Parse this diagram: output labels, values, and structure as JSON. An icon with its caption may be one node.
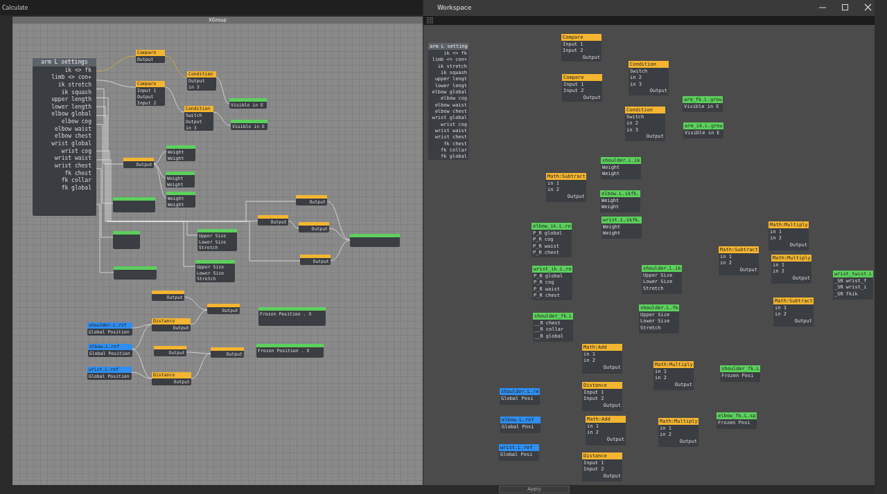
{
  "diagram": {
    "nodes": [
      {
        "text": [
          "XGroup"
        ]
      },
      {
        "text": [
          "arm L settings",
          "ik <> fk",
          "limb <> con+",
          "ik stretch",
          "ik squash",
          "upper length",
          "lower length",
          "elbow global",
          "elbow cog",
          "elbow waist",
          "elbow chest",
          "wrist global",
          "wrist cog",
          "wrist waist",
          "wrist chest",
          "fk chest",
          "fk collar",
          "fk global"
        ],
        "in": 0
      },
      {
        "text": [
          "Compare",
          "Output"
        ],
        "in": 0
      },
      {
        "text": [
          "Compare",
          "Input 1",
          "Output",
          "Input 2"
        ],
        "in": 0
      },
      {
        "text": [
          "Condition",
          "Output",
          "in 3"
        ],
        "in": 0
      },
      {
        "text": [
          "Condition",
          "Switch",
          "Output",
          "in 3"
        ],
        "in": 0
      },
      {
        "text": [
          "Visible in E"
        ],
        "in": 0
      },
      {
        "text": [
          "Visible in E"
        ],
        "in": 0
      },
      {
        "text": [
          "Output"
        ],
        "in": 0
      },
      {
        "text": [
          "Weight",
          "Weight"
        ],
        "in": 0
      },
      {
        "text": [
          "Weight",
          "Weight"
        ],
        "in": 0
      },
      {
        "text": [
          "Weight",
          "Weight"
        ],
        "in": 0
      },
      {
        "text": [],
        "shape": "box",
        "in": 0
      },
      {
        "text": [],
        "shape": "box",
        "in": 0
      },
      {
        "text": [],
        "shape": "box",
        "in": 0
      },
      {
        "text": [
          "Upper Size",
          "Lower Size",
          "Stretch"
        ],
        "in": 0
      },
      {
        "text": [
          "Upper Size",
          "Lower Size",
          "Stretch"
        ],
        "in": 0
      },
      {
        "text": [
          "Output"
        ],
        "in": 0
      },
      {
        "text": [
          "Output"
        ],
        "in": 0
      },
      {
        "text": [
          "Output"
        ],
        "in": 0
      },
      {
        "text": [
          "Output"
        ],
        "in": 0
      },
      {
        "text": [],
        "shape": "box",
        "in": 0
      },
      {
        "text": [
          "Output"
        ],
        "in": 0
      },
      {
        "text": [
          "shoulder.L.ref",
          "Global Position"
        ],
        "in": 0
      },
      {
        "text": [
          "Distance",
          "Output"
        ],
        "in": 0
      },
      {
        "text": [
          "Output"
        ],
        "in": 0
      },
      {
        "text": [
          "Frozen Position . X"
        ],
        "in": 0
      },
      {
        "text": [
          "elbow.L.ref",
          "Global Position"
        ],
        "in": 0
      },
      {
        "text": [
          "Output"
        ],
        "in": 0
      },
      {
        "text": [
          "Output"
        ],
        "in": 0
      },
      {
        "text": [
          "Frozen Position . X"
        ],
        "in": 0
      },
      {
        "text": [
          "wrist.L.ref",
          "Global Position"
        ],
        "in": 0
      },
      {
        "text": [
          "Distance",
          "Output"
        ],
        "in": 0
      },
      {
        "text": [
          "arm L setting",
          "ik <> fk",
          "limb <> con+",
          "ik stretch",
          "ik squash",
          "upper lengt",
          "lower lengt",
          "elbow global",
          "elbow cog",
          "elbow waist",
          "elbow chest",
          "wrist global",
          "wrist cog",
          "wrist waist",
          "wrist chest",
          "fk chest",
          "fk collar",
          "fk global"
        ]
      },
      {
        "text": [
          "Compare",
          "Input 1",
          "Input 2",
          "Output"
        ]
      },
      {
        "text": [
          "Compare",
          "Input 1",
          "Input 2",
          "Output"
        ]
      },
      {
        "text": [
          "Condition",
          "Switch",
          "in 2",
          "in 3",
          "Output"
        ]
      },
      {
        "text": [
          "Condition",
          "Switch",
          "in 2",
          "in 3",
          "Output"
        ]
      },
      {
        "text": [
          "arm_fk.L.grou",
          "Visible in E"
        ]
      },
      {
        "text": [
          "arm_ik.L.grou",
          "Visible in E"
        ]
      },
      {
        "text": [
          "shoulder.L.ik",
          "Weight",
          "Weight"
        ]
      },
      {
        "text": [
          "Math:Subtract",
          "in 1",
          "in 2",
          "Output"
        ]
      },
      {
        "text": [
          "elbow.L.ikfk.",
          "Weight",
          "Weight"
        ]
      },
      {
        "text": [
          "wrist.L.ikfk.",
          "Weight",
          "Weight"
        ]
      },
      {
        "text": [
          "elbow_ik.L.ro",
          "P_R global",
          "P_R cog",
          "P_R waist",
          "P_R chest"
        ]
      },
      {
        "text": [
          "wrist_ik.L.ro",
          "P_R global",
          "P_R cog",
          "P_R waist",
          "P_R chest"
        ]
      },
      {
        "text": [
          "shoulder.L.ik",
          "Upper Size",
          "Lower Size",
          "Stretch"
        ]
      },
      {
        "text": [
          "shoulder_fk.L",
          "__R chest",
          "__R collar",
          "__R global"
        ]
      },
      {
        "text": [
          "shoulder.L.fk",
          "Upper Size",
          "Lower Size",
          "Stretch"
        ]
      },
      {
        "text": [
          "Math:Add",
          "in 1",
          "in 2",
          "Output"
        ]
      },
      {
        "text": [
          "Math:Multiply",
          "in 1",
          "in 2",
          "Output"
        ]
      },
      {
        "text": [
          "Distance",
          "Input 1",
          "Input 2",
          "Output"
        ]
      },
      {
        "text": [
          "shoulder.L.re",
          "Global Posi"
        ]
      },
      {
        "text": [
          "elbow.L.ref",
          "Global Posi"
        ]
      },
      {
        "text": [
          "wrist.L.ref",
          "Global Posi"
        ]
      },
      {
        "text": [
          "Math:Add",
          "in 1",
          "in 2",
          "Output"
        ]
      },
      {
        "text": [
          "Math:Multiply",
          "in 1",
          "in 2",
          "Output"
        ]
      },
      {
        "text": [
          "Distance",
          "Input 1",
          "Input 2",
          "Output"
        ]
      },
      {
        "text": [
          "Math:Multiply",
          "in 1",
          "in 2",
          "Output"
        ]
      },
      {
        "text": [
          "Math:Subtract",
          "in 1",
          "in 2",
          "Output"
        ]
      },
      {
        "text": [
          "Math:Multiply",
          "in 1",
          "in 2",
          "Output"
        ]
      },
      {
        "text": [
          "Math:Subtract",
          "in 1",
          "in 2",
          "Output"
        ]
      },
      {
        "text": [
          "wrist_twist.L",
          "_SR wrist_f",
          "_SR wrist_i",
          "_SR fkik"
        ]
      },
      {
        "text": [
          "shoulder_fk.L",
          "Frozen Posi"
        ]
      },
      {
        "text": [
          "elbow_fk.L.sp",
          "Frozen Posi"
        ]
      }
    ],
    "edges": [
      {
        "from": 1,
        "to": 2,
        "arrow": "none",
        "color": "#e0b030"
      },
      {
        "from": 2,
        "to": 4,
        "arrow": "none",
        "color": "#e0b030"
      },
      {
        "from": 1,
        "to": 3,
        "arrow": "none"
      },
      {
        "from": 3,
        "to": 5,
        "arrow": "none"
      },
      {
        "from": 4,
        "to": 6,
        "arrow": "none"
      },
      {
        "from": 5,
        "to": 7,
        "arrow": "none"
      },
      {
        "from": 1,
        "to": 8,
        "arrow": "none"
      },
      {
        "from": 8,
        "to": 9,
        "arrow": "none"
      },
      {
        "from": 8,
        "to": 10,
        "arrow": "none"
      },
      {
        "from": 8,
        "to": 11,
        "arrow": "none"
      },
      {
        "from": 1,
        "to": 12,
        "arrow": "none"
      },
      {
        "from": 1,
        "to": 13,
        "arrow": "none"
      },
      {
        "from": 1,
        "to": 14,
        "arrow": "none"
      },
      {
        "from": 1,
        "to": 15,
        "arrow": "none"
      },
      {
        "from": 1,
        "to": 16,
        "arrow": "none"
      },
      {
        "from": 1,
        "to": 17,
        "arrow": "none"
      },
      {
        "from": 1,
        "to": 18,
        "arrow": "none"
      },
      {
        "from": 17,
        "to": 19,
        "arrow": "none"
      },
      {
        "from": 1,
        "to": 20,
        "arrow": "none"
      },
      {
        "from": 18,
        "to": 21,
        "arrow": "none"
      },
      {
        "from": 19,
        "to": 21,
        "arrow": "none"
      },
      {
        "from": 20,
        "to": 21,
        "arrow": "none"
      },
      {
        "from": 22,
        "to": 25,
        "arrow": "none"
      },
      {
        "from": 24,
        "to": 25,
        "arrow": "none"
      },
      {
        "from": 23,
        "to": 24,
        "arrow": "none"
      },
      {
        "from": 27,
        "to": 24,
        "arrow": "none"
      },
      {
        "from": 27,
        "to": 32,
        "arrow": "none"
      },
      {
        "from": 31,
        "to": 32,
        "arrow": "none"
      },
      {
        "from": 28,
        "to": 29,
        "arrow": "none"
      },
      {
        "from": 32,
        "to": 29,
        "arrow": "none"
      }
    ],
    "labels": [
      "Calculate",
      "Workspace",
      "Apply"
    ]
  }
}
